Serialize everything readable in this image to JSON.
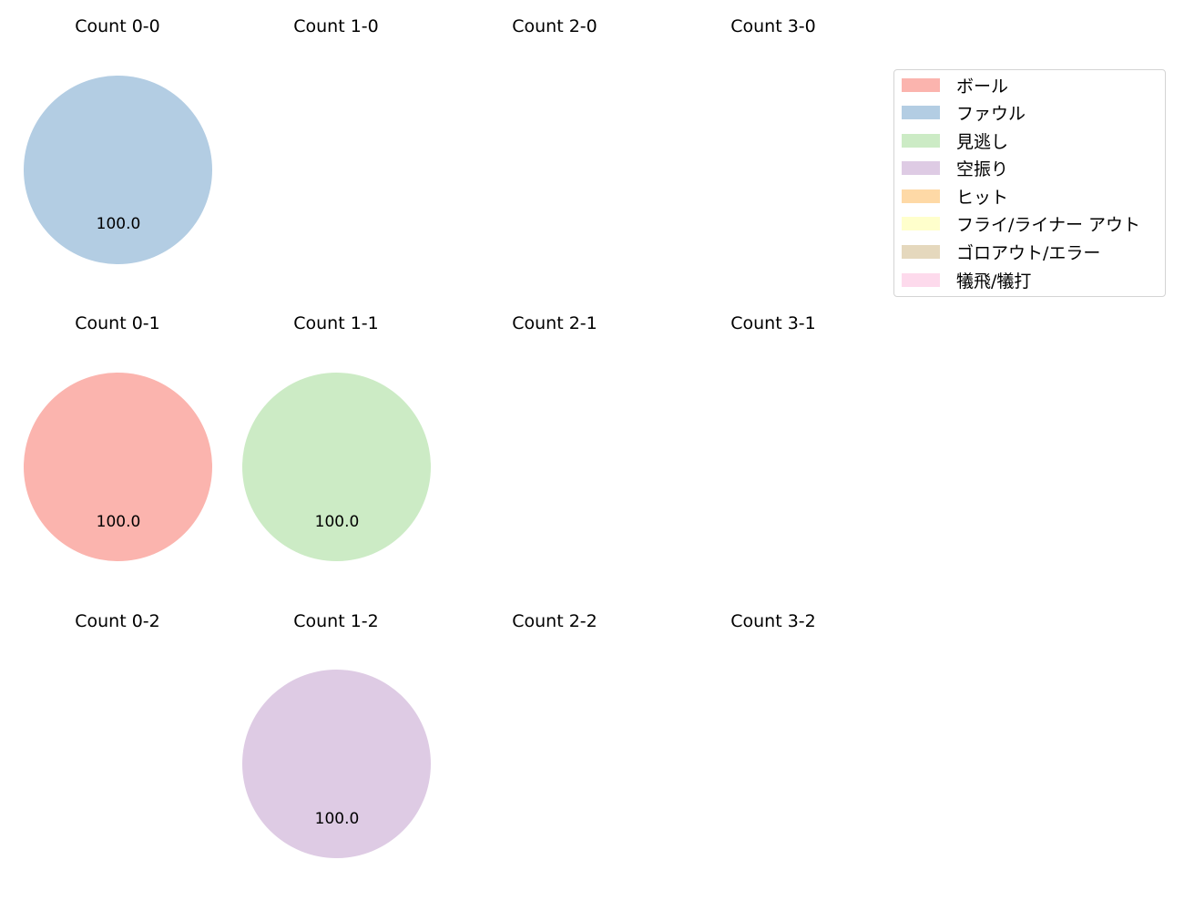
{
  "chart_data": {
    "type": "pie",
    "layout": {
      "rows": 3,
      "cols": 4,
      "legend_position": "upper right"
    },
    "legend": [
      {
        "label": "ボール",
        "color": "#fbb4ae"
      },
      {
        "label": "ファウル",
        "color": "#b3cde3"
      },
      {
        "label": "見逃し",
        "color": "#ccebc5"
      },
      {
        "label": "空振り",
        "color": "#decbe4"
      },
      {
        "label": "ヒット",
        "color": "#fed9a6"
      },
      {
        "label": "フライ/ライナー アウト",
        "color": "#ffffcc"
      },
      {
        "label": "ゴロアウト/エラー",
        "color": "#e5d8bd"
      },
      {
        "label": "犠飛/犠打",
        "color": "#fddaec"
      }
    ],
    "subplots": [
      {
        "title": "Count 0-0",
        "slices": [
          {
            "label": "ファウル",
            "value": 100.0
          }
        ]
      },
      {
        "title": "Count 1-0",
        "slices": []
      },
      {
        "title": "Count 2-0",
        "slices": []
      },
      {
        "title": "Count 3-0",
        "slices": []
      },
      {
        "title": "Count 0-1",
        "slices": [
          {
            "label": "ボール",
            "value": 100.0
          }
        ]
      },
      {
        "title": "Count 1-1",
        "slices": [
          {
            "label": "見逃し",
            "value": 100.0
          }
        ]
      },
      {
        "title": "Count 2-1",
        "slices": []
      },
      {
        "title": "Count 3-1",
        "slices": []
      },
      {
        "title": "Count 0-2",
        "slices": []
      },
      {
        "title": "Count 1-2",
        "slices": [
          {
            "label": "空振り",
            "value": 100.0
          }
        ]
      },
      {
        "title": "Count 2-2",
        "slices": []
      },
      {
        "title": "Count 3-2",
        "slices": []
      }
    ]
  },
  "titles": [
    "Count 0-0",
    "Count 1-0",
    "Count 2-0",
    "Count 3-0",
    "Count 0-1",
    "Count 1-1",
    "Count 2-1",
    "Count 3-1",
    "Count 0-2",
    "Count 1-2",
    "Count 2-2",
    "Count 3-2"
  ],
  "pie_labels": {
    "p00": "100.0",
    "p01": "100.0",
    "p11": "100.0",
    "p12": "100.0"
  },
  "legend_labels": [
    "ボール",
    "ファウル",
    "見逃し",
    "空振り",
    "ヒット",
    "フライ/ライナー アウト",
    "ゴロアウト/エラー",
    "犠飛/犠打"
  ]
}
